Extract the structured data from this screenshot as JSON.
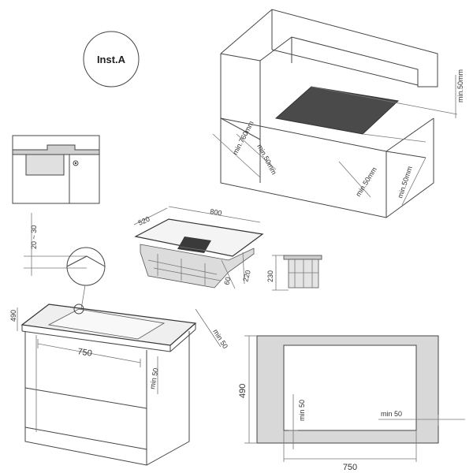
{
  "badge": {
    "label": "Inst.A"
  },
  "clearance_view": {
    "labels": [
      "min.50mm",
      "min.50mm",
      "min.760mm",
      "min.50mm",
      "min.50mm"
    ]
  },
  "side_detail": {
    "range": "20 ~ 30"
  },
  "appliance": {
    "depth": "520",
    "width": "800",
    "height_front": "220",
    "height_side": "230"
  },
  "cabinet": {
    "depth": "490",
    "width": "750",
    "gap_right": "min 50",
    "gap_front": "min 50"
  },
  "cutout": {
    "height": "490",
    "width": "750",
    "margin_right": "min 50",
    "margin_bottom": "min 50"
  }
}
